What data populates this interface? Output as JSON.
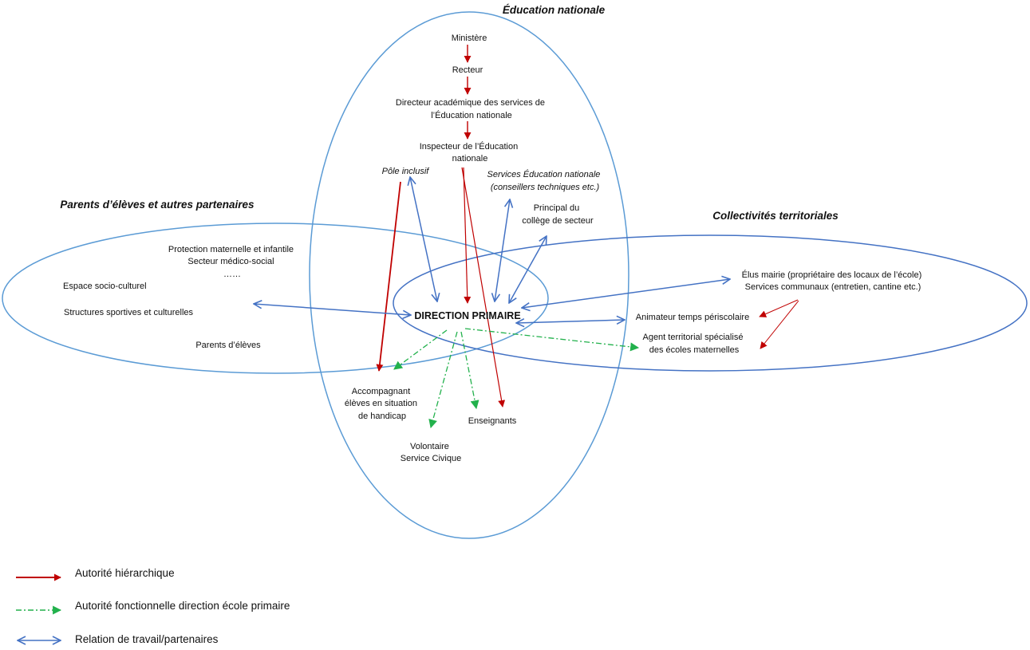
{
  "colors": {
    "ellipse": "#5b9bd5",
    "collectivites_ellipse": "#4472c4",
    "hierarchy": "#c00000",
    "functional": "#22b14c",
    "partnership": "#4472c4"
  },
  "groups": {
    "education": "Éducation nationale",
    "parents": "Parents d’élèves et autres partenaires",
    "collectivites": "Collectivités territoriales"
  },
  "nodes": {
    "ministere": "Ministère",
    "recteur": "Recteur",
    "dasen": [
      "Directeur académique des services de",
      "l’Éducation nationale"
    ],
    "ien": [
      "Inspecteur de l’Éducation",
      "nationale"
    ],
    "pole_inclusif": "Pôle inclusif",
    "services_en": [
      "Services Éducation nationale",
      "(conseillers techniques etc.)"
    ],
    "principal": [
      "Principal du",
      "collège de secteur"
    ],
    "pmi": [
      "Protection maternelle et infantile",
      "Secteur médico-social",
      "……"
    ],
    "espace": "Espace socio-culturel",
    "structures": "Structures sportives et culturelles",
    "parents": "Parents d’élèves",
    "direction": "DIRECTION PRIMAIRE",
    "elus": [
      "Élus mairie (propriétaire des locaux de l’école)",
      "Services communaux (entretien, cantine etc.)"
    ],
    "animateur": "Animateur temps périscolaire",
    "atsem": [
      "Agent territorial spécialisé",
      "des écoles maternelles"
    ],
    "aesh": [
      "Accompagnant",
      "élèves en situation",
      "de handicap"
    ],
    "enseignants": "Enseignants",
    "volontaire": [
      "Volontaire",
      "Service Civique"
    ]
  },
  "legend": [
    {
      "label": "Autorité hiérarchique",
      "style": "hierarchy"
    },
    {
      "label": "Autorité fonctionnelle direction école primaire",
      "style": "functional"
    },
    {
      "label": "Relation de travail/partenaires",
      "style": "partnership"
    }
  ]
}
